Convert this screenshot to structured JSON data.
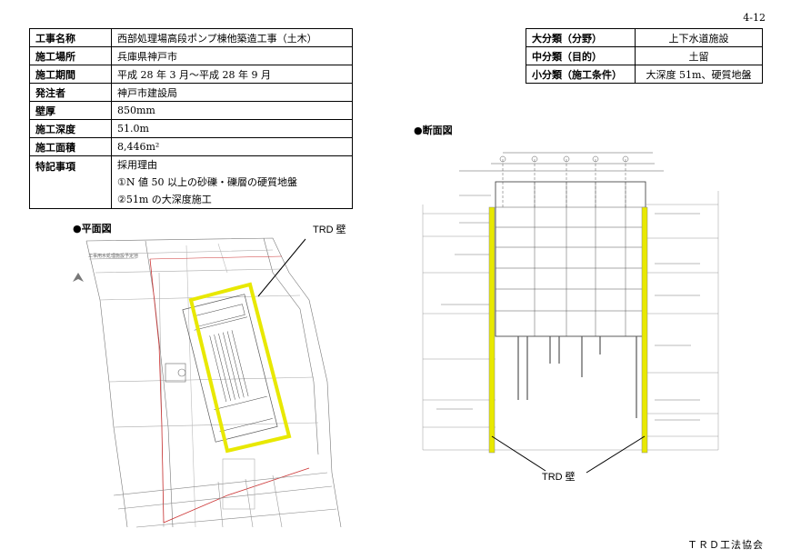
{
  "page_number": "4-12",
  "project": {
    "rows": [
      {
        "label": "工事名称",
        "value": "西部処理場高段ポンプ棟他築造工事（土木）"
      },
      {
        "label": "施工場所",
        "value": "兵庫県神戸市"
      },
      {
        "label": "施工期間",
        "value": "平成 28 年 3 月～平成 28 年 9 月"
      },
      {
        "label": "発注者",
        "value": "神戸市建設局"
      },
      {
        "label": "壁厚",
        "value": "850mm"
      },
      {
        "label": "施工深度",
        "value": "51.0m"
      },
      {
        "label": "施工面積",
        "value": "8,446m²"
      }
    ],
    "notes_label": "特記事項",
    "notes_lines": [
      "採用理由",
      "①N 値 50 以上の砂礫・礫層の硬質地盤",
      "②51m の大深度施工"
    ]
  },
  "classification": {
    "rows": [
      {
        "label": "大分類（分野）",
        "value": "上下水道施設"
      },
      {
        "label": "中分類（目的）",
        "value": "土留"
      },
      {
        "label": "小分類（施工条件）",
        "value": "大深度 51m、硬質地盤"
      }
    ]
  },
  "plan": {
    "title": "●平面図",
    "callout": "TRD 壁",
    "wall_color": "#e8e800"
  },
  "section": {
    "title": "●断面図",
    "callout": "TRD 壁",
    "wall_color": "#e8e800"
  },
  "footer": "ＴＲＤ工法協会"
}
